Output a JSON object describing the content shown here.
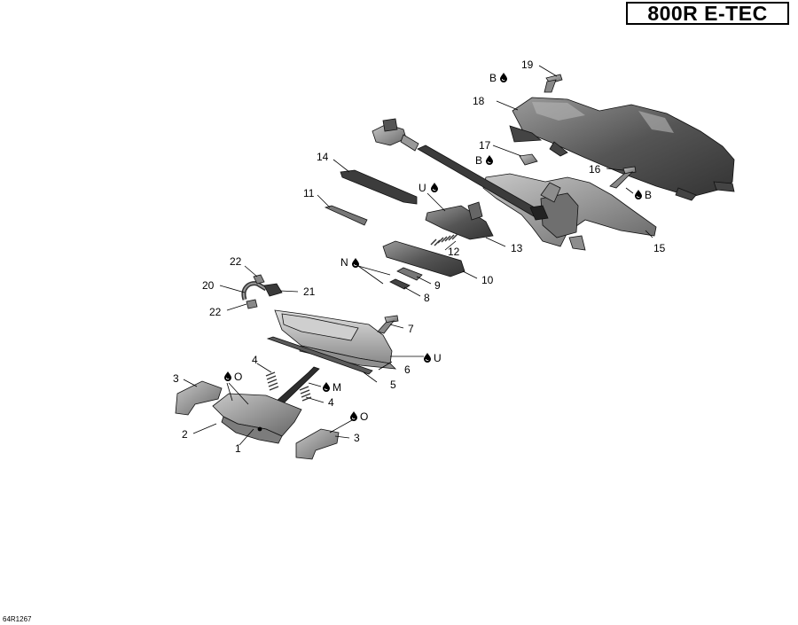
{
  "title": "800R E-TEC",
  "drawing_code": "64R1267",
  "callouts": {
    "c1": "1",
    "c2": "2",
    "c3a": "3",
    "c3b": "3",
    "c4a": "4",
    "c4b": "4",
    "c5": "5",
    "c6": "6",
    "c7": "7",
    "c8": "8",
    "c9": "9",
    "c10": "10",
    "c11": "11",
    "c12": "12",
    "c13": "13",
    "c14": "14",
    "c15": "15",
    "c16": "16",
    "c17": "17",
    "c18": "18",
    "c19": "19",
    "c20": "20",
    "c21": "21",
    "c22a": "22",
    "c22b": "22"
  },
  "lubricant_codes": {
    "b19": "B",
    "b17": "B",
    "b16": "B",
    "u13": "U",
    "n": "N",
    "u6": "U",
    "m": "M",
    "o1": "O",
    "o3": "O"
  },
  "colors": {
    "part_dark": "#4a4a4a",
    "part_mid": "#777777",
    "part_light": "#aaaaaa"
  }
}
